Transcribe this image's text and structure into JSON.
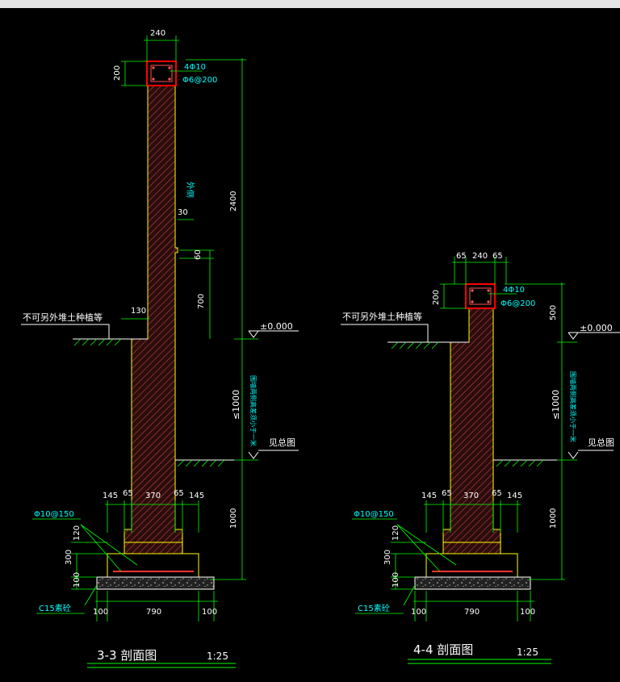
{
  "drawing": {
    "section_33": {
      "title": "3-3 剖面图",
      "scale": "1:25",
      "top_width": "240",
      "beam_height": "200",
      "rebar_main": "4Φ10",
      "rebar_stirrup": "Φ6@200",
      "outer_side": "外侧",
      "height_2400": "2400",
      "dim_30": "30",
      "dim_60": "60",
      "dim_700": "700",
      "dim_130": "130",
      "no_soil_note": "不可另外堆土种植等",
      "elevation": "±0.000",
      "dim_le1000": "≤1000",
      "fill_note": "围墙两侧高差须小于一米",
      "see_general": "见总图",
      "dim_1000": "1000",
      "d145a": "145",
      "d65a": "65",
      "d370": "370",
      "d65b": "65",
      "d145b": "145",
      "rebar_bottom": "Φ10@150",
      "d120": "120",
      "d300": "300",
      "d100": "100",
      "concrete": "C15素砼",
      "b100a": "100",
      "b790": "790",
      "b100b": "100"
    },
    "section_44": {
      "title": "4-4 剖面图",
      "scale": "1:25",
      "top_65a": "65",
      "top_240": "240",
      "top_65b": "65",
      "beam_height": "200",
      "rebar_main": "4Φ10",
      "rebar_stirrup": "Φ6@200",
      "height_500": "500",
      "no_soil_note": "不可另外堆土种植等",
      "elevation": "±0.000",
      "dim_le1000": "≤1000",
      "fill_note": "围墙两侧高差须小于一米",
      "see_general": "见总图",
      "dim_1000": "1000",
      "d145a": "145",
      "d65a": "65",
      "d370": "370",
      "d65b": "65",
      "d145b": "145",
      "rebar_bottom": "Φ10@150",
      "d120": "120",
      "d300": "300",
      "d100": "100",
      "concrete": "C15素砼",
      "b100a": "100",
      "b790": "790",
      "b100b": "100"
    },
    "colors": {
      "background": "#000000",
      "wall_outline": "#ffff00",
      "dimension": "#00ff00",
      "beam": "#ff0000",
      "hatch": "#b23a3a",
      "text_cyan": "#00ffff",
      "text_white": "#ffffff"
    }
  }
}
